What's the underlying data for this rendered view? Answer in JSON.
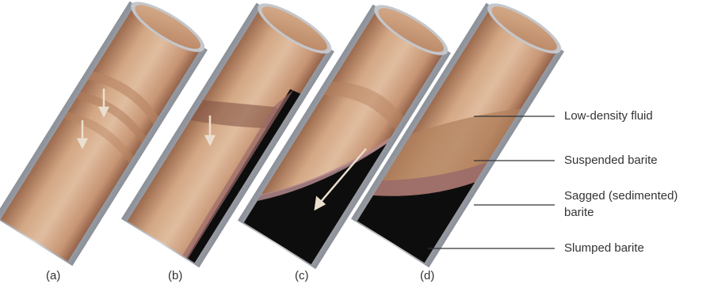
{
  "figure": {
    "panels": [
      {
        "label": "(a)"
      },
      {
        "label": "(b)"
      },
      {
        "label": "(c)"
      },
      {
        "label": "(d)"
      }
    ],
    "callouts": {
      "low_density": "Low-density fluid",
      "suspended": "Suspended barite",
      "sagged_line1": "Sagged (sedimented)",
      "sagged_line2": "barite",
      "slumped": "Slumped barite"
    },
    "colors": {
      "pipe_wall": "#b9bdc4",
      "fluid_light": "#d9b08f",
      "fluid_mid": "#c28d68",
      "fluid_dark": "#8f5e44",
      "suspended": "#b2825e",
      "sagged": "#9a6a6a",
      "slumped": "#0d0d0d",
      "arrow": "#eadfcf"
    }
  }
}
